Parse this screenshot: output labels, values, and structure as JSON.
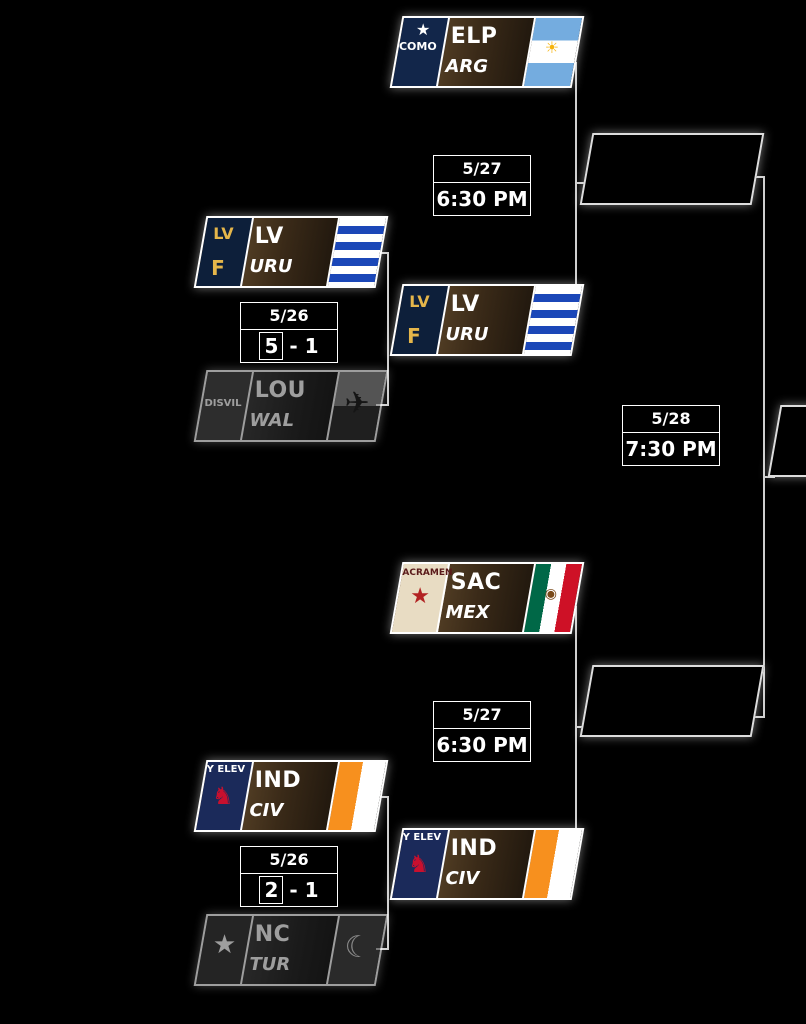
{
  "matches": {
    "qf1": {
      "date": "5/26",
      "home_score": "5",
      "away_score": "1",
      "top": {
        "code": "LV",
        "country": "URU"
      },
      "bottom": {
        "code": "LOU",
        "country": "WAL"
      }
    },
    "qf2": {
      "date": "5/26",
      "home_score": "2",
      "away_score": "1",
      "top": {
        "code": "IND",
        "country": "CIV"
      },
      "bottom": {
        "code": "NC",
        "country": "TUR"
      }
    },
    "sf1": {
      "date": "5/27",
      "time": "6:30 PM",
      "top": {
        "code": "ELP",
        "country": "ARG"
      },
      "bottom": {
        "code": "LV",
        "country": "URU"
      }
    },
    "sf2": {
      "date": "5/27",
      "time": "6:30 PM",
      "top": {
        "code": "SAC",
        "country": "MEX"
      },
      "bottom": {
        "code": "IND",
        "country": "CIV"
      }
    },
    "final": {
      "date": "5/28",
      "time": "7:30 PM"
    }
  },
  "logo_text": {
    "lv": "LV",
    "lv_f": "F",
    "elp": "COMO",
    "sac": "ACRAMEN",
    "ind": "Y ELEV",
    "lou": "DISVIL"
  },
  "colors": {
    "bracket_line": "#cfcfcf",
    "card_gold": "#6b5231",
    "uru_blue": "#1b47b8",
    "civ_orange": "#f7901e",
    "arg_blue": "#74acdf",
    "mex_green": "#006847",
    "mex_red": "#ce1126"
  },
  "icons": [
    "el-paso-logo",
    "las-vegas-logo",
    "louisville-logo",
    "sacramento-logo",
    "indy-eleven-logo",
    "north-carolina-logo",
    "argentina-flag",
    "uruguay-flag",
    "wales-flag",
    "mexico-flag",
    "ivory-coast-flag",
    "turkey-flag"
  ]
}
